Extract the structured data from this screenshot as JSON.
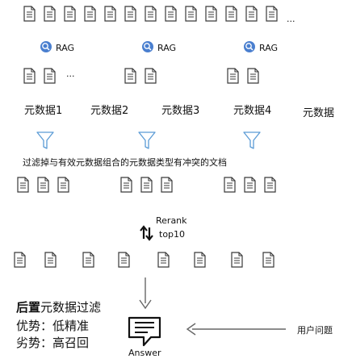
{
  "ellipsis": "...",
  "rag_label": "RAG",
  "metadata": {
    "m1": "元数据1",
    "m2": "元数据2",
    "m3": "元数据3",
    "m4": "元数据4",
    "m5": "元数据"
  },
  "filter_caption": "过滤掉与有效元数据组合的元数据类型有冲突的文档",
  "rerank": {
    "line1": "Rerank",
    "line2": "top10"
  },
  "answer_label": "Answer",
  "user_question": "用户问题",
  "notes": {
    "title_bold": "后置",
    "title_rest": "元数据过滤",
    "pro": "优势：低精准",
    "con": "劣势：高召回"
  }
}
